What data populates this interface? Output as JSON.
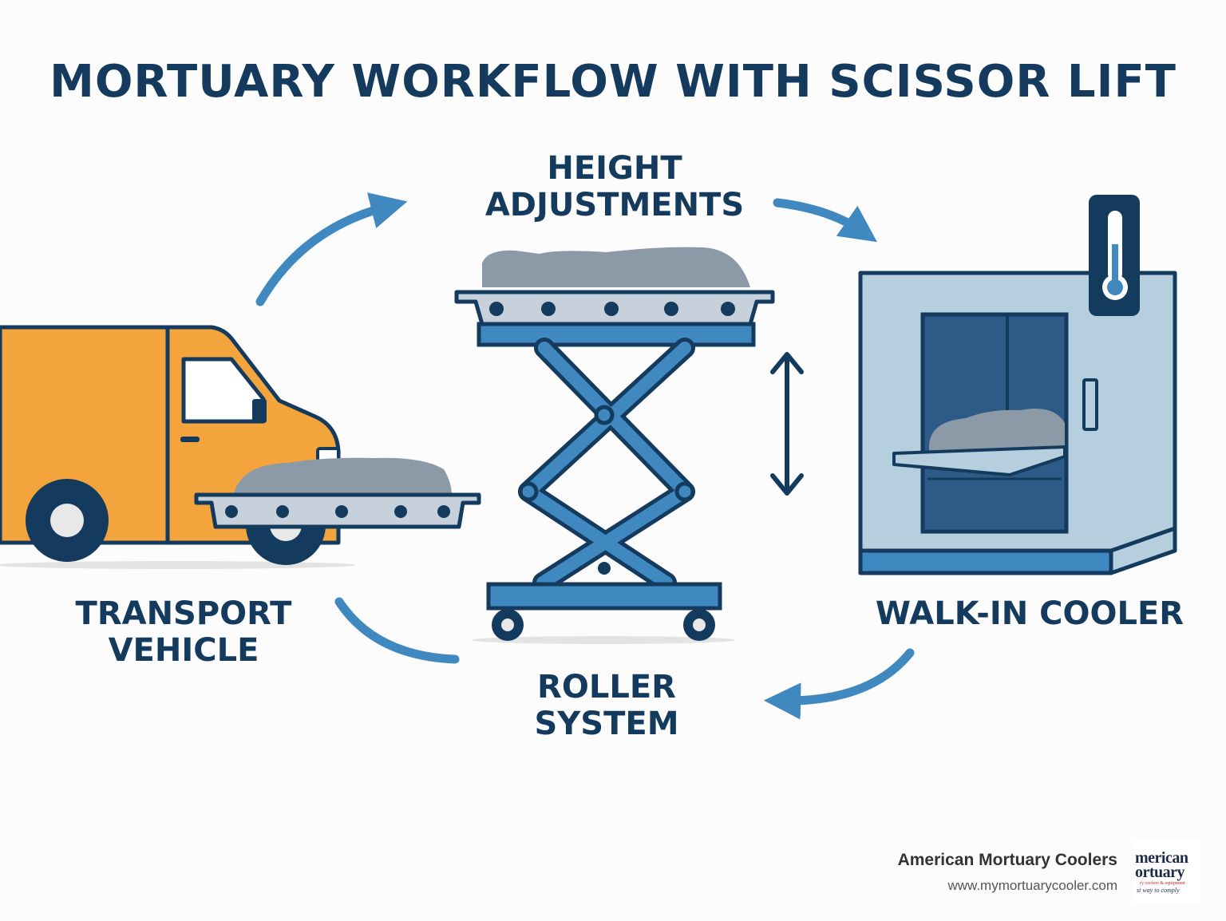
{
  "title": "MORTUARY WORKFLOW WITH SCISSOR LIFT",
  "steps": {
    "height": {
      "line1": "HEIGHT",
      "line2": "ADJUSTMENTS"
    },
    "transport": {
      "line1": "TRANSPORT",
      "line2": "VEHICLE"
    },
    "roller": {
      "line1": "ROLLER",
      "line2": "SYSTEM"
    },
    "cooler": {
      "line1": "WALK-IN COOLER"
    }
  },
  "icons": [
    "transport-van-icon",
    "scissor-lift-cart-icon",
    "walk-in-cooler-icon",
    "thermometer-icon",
    "vertical-double-arrow-icon",
    "flow-arrow-icon"
  ],
  "brand": {
    "name": "American Mortuary Coolers",
    "url": "www.mymortuarycooler.com",
    "logo_line1": "merican",
    "logo_line2": "ortuary",
    "logo_line3": "ry coolers & equipment",
    "logo_line4": "st way to comply"
  },
  "colors": {
    "navy": "#143a5e",
    "accent_blue": "#3f88c0",
    "van_orange": "#f3a43c",
    "cooler_light": "#b5cfdf",
    "body_gray": "#8c9aa8"
  }
}
